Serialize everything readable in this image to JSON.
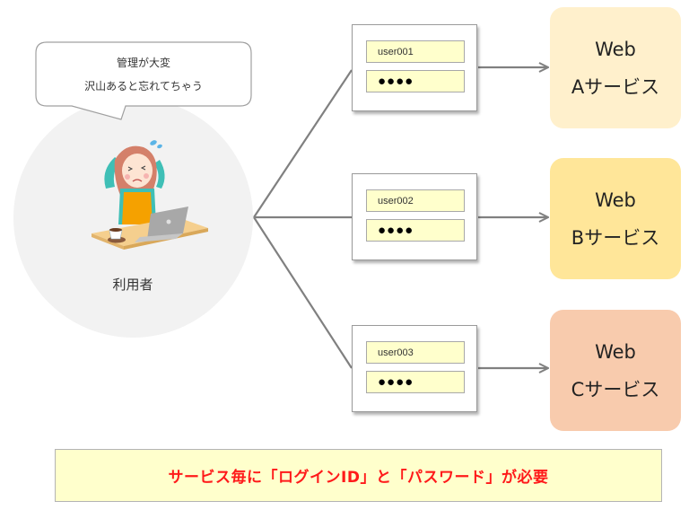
{
  "colors": {
    "connector": "#808080",
    "circle_bg": "#f2f2f2",
    "field_bg": "#ffffcc",
    "footer_bg": "#ffffcc",
    "footer_text": "#ff1a1a",
    "service_a": "#fff0cc",
    "service_b": "#ffe699",
    "service_c": "#f8cbad"
  },
  "bubble": {
    "line1": "管理が大変",
    "line2": "沢山あると忘れてちゃう"
  },
  "user": {
    "label": "利用者",
    "illustration": "troubled-woman-at-laptop-illustration"
  },
  "credentials": [
    {
      "id": "user001",
      "password": "●●●●"
    },
    {
      "id": "user002",
      "password": "●●●●"
    },
    {
      "id": "user003",
      "password": "●●●●"
    }
  ],
  "services": [
    {
      "line1": "Web",
      "line2": "Aサービス",
      "color": "#fff0cc"
    },
    {
      "line1": "Web",
      "line2": "Bサービス",
      "color": "#ffe699"
    },
    {
      "line1": "Web",
      "line2": "Cサービス",
      "color": "#f8cbad"
    }
  ],
  "footer": {
    "message": "サービス毎に「ログインID」と「パスワード」が必要"
  }
}
